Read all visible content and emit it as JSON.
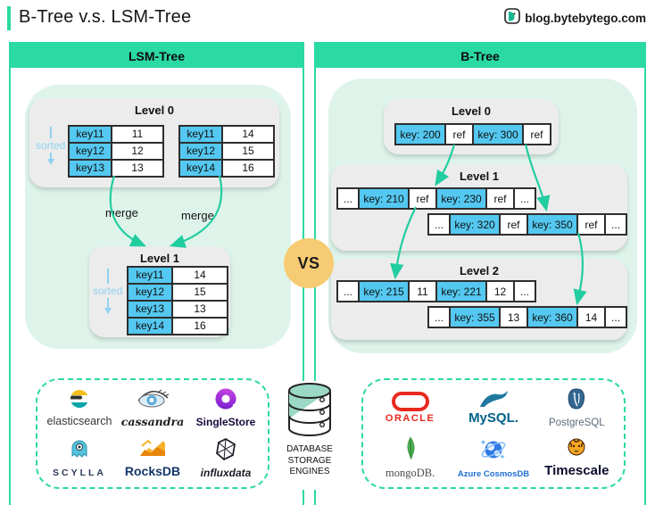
{
  "header": {
    "title": "B-Tree v.s. LSM-Tree",
    "site": "blog.bytebytego.com"
  },
  "columns": {
    "lsm": {
      "header": "LSM-Tree",
      "level0": {
        "title": "Level 0",
        "sorted_label": "sorted",
        "tables": [
          {
            "rows": [
              [
                "key11",
                "11"
              ],
              [
                "key12",
                "12"
              ],
              [
                "key13",
                "13"
              ]
            ]
          },
          {
            "rows": [
              [
                "key11",
                "14"
              ],
              [
                "key12",
                "15"
              ],
              [
                "key14",
                "16"
              ]
            ]
          }
        ]
      },
      "merge_labels": [
        "merge",
        "merge"
      ],
      "level1": {
        "title": "Level 1",
        "sorted_label": "sorted",
        "rows": [
          [
            "key11",
            "14"
          ],
          [
            "key12",
            "15"
          ],
          [
            "key13",
            "13"
          ],
          [
            "key14",
            "16"
          ]
        ]
      }
    },
    "btree": {
      "header": "B-Tree",
      "level0": {
        "title": "Level 0",
        "node": [
          "key: 200",
          "ref",
          "key: 300",
          "ref"
        ]
      },
      "level1": {
        "title": "Level 1",
        "nodes": [
          [
            "...",
            "key: 210",
            "ref",
            "key: 230",
            "ref",
            "..."
          ],
          [
            "...",
            "key: 320",
            "ref",
            "key: 350",
            "ref",
            "..."
          ]
        ]
      },
      "level2": {
        "title": "Level 2",
        "nodes": [
          [
            "...",
            "key: 215",
            "11",
            "key: 221",
            "12",
            "..."
          ],
          [
            "...",
            "key: 355",
            "13",
            "key: 360",
            "14",
            "..."
          ]
        ]
      }
    }
  },
  "vs_label": "VS",
  "storage": {
    "label_lines": [
      "DATABASE",
      "STORAGE",
      "ENGINES"
    ]
  },
  "logos": {
    "lsm": [
      "elasticsearch",
      "cassandra",
      "SingleStore",
      "SCYLLA",
      "RocksDB",
      "influxdata"
    ],
    "btree": [
      "ORACLE",
      "MySQL.",
      "PostgreSQL",
      "mongoDB.",
      "Azure CosmosDB",
      "Timescale"
    ]
  },
  "colors": {
    "accent_teal": "#2bd9a2",
    "mint_panel": "#def4ea",
    "cell_blue": "#54c8f0",
    "vs_yellow": "#f7cb73",
    "sorted_blue": "#8fd2f0"
  }
}
